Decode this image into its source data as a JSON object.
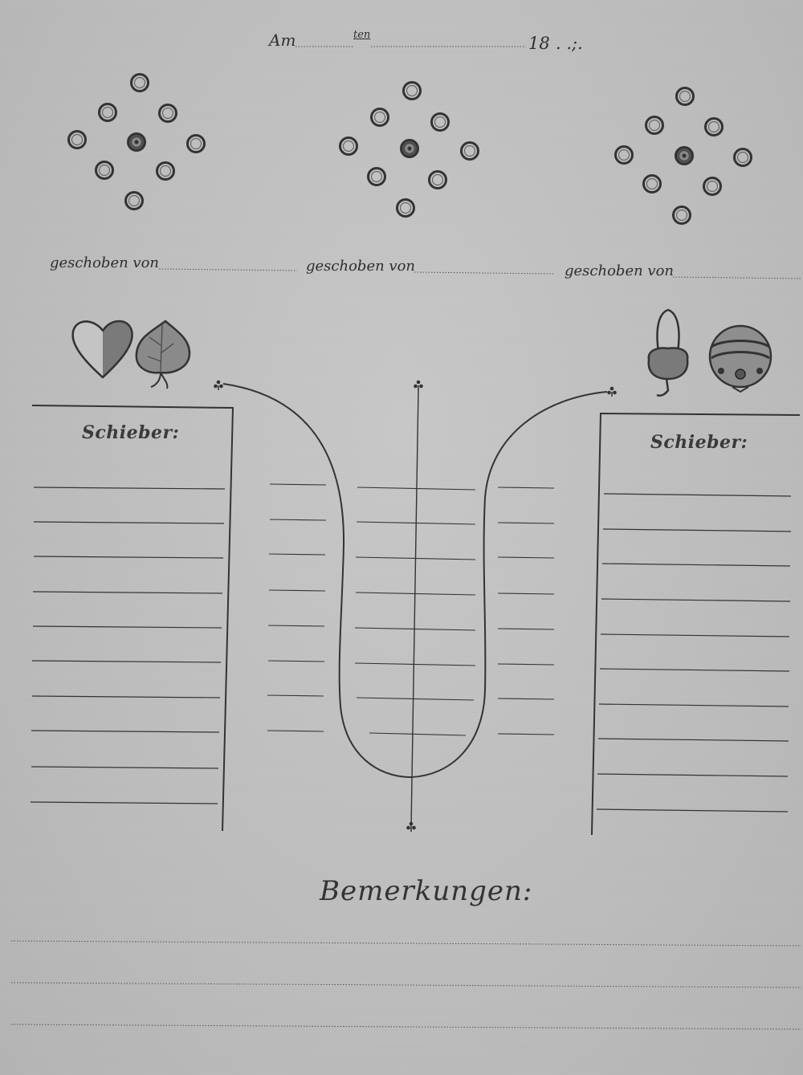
{
  "header": {
    "am": "Am",
    "ten": "ten",
    "year": "18",
    "year_dots": ". .;."
  },
  "pushers": {
    "left_label": "geschoben von",
    "middle_label": "geschoben von",
    "right_label": "geschoben von"
  },
  "icons": {
    "left": [
      "heart-suit-icon",
      "leaf-suit-icon"
    ],
    "right": [
      "acorn-suit-icon",
      "bell-suit-icon"
    ],
    "flourish": "club-flourish-icon"
  },
  "columns": {
    "left_title": "Schieber:",
    "right_title": "Schieber:"
  },
  "remarks": {
    "title": "Bemerkungen:"
  }
}
